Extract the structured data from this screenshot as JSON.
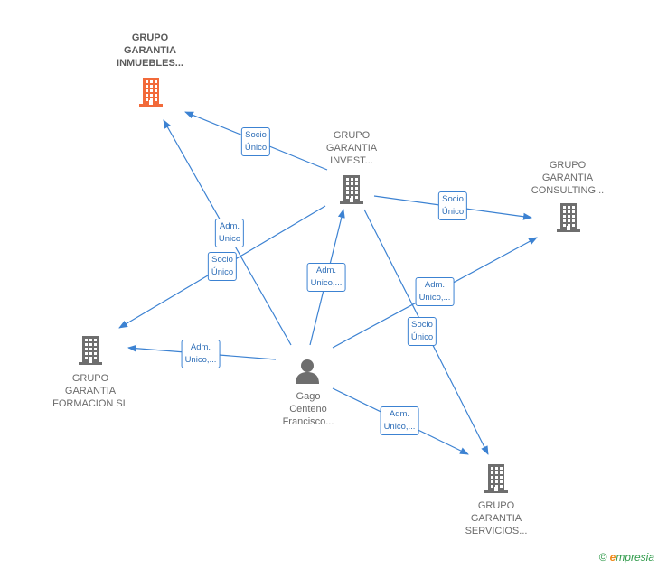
{
  "nodes": {
    "inmuebles": {
      "lines": [
        "GRUPO",
        "GARANTIA",
        "INMUEBLES..."
      ],
      "highlight": true
    },
    "invest": {
      "lines": [
        "GRUPO",
        "GARANTIA",
        "INVEST..."
      ]
    },
    "consulting": {
      "lines": [
        "GRUPO",
        "GARANTIA",
        "CONSULTING..."
      ]
    },
    "formacion": {
      "lines": [
        "GRUPO",
        "GARANTIA",
        "FORMACION  SL"
      ]
    },
    "servicios": {
      "lines": [
        "GRUPO",
        "GARANTIA",
        "SERVICIOS..."
      ]
    },
    "person": {
      "lines": [
        "Gago",
        "Centeno",
        "Francisco..."
      ]
    }
  },
  "edge_labels": {
    "socio_inmuebles": [
      "Socio",
      "Único"
    ],
    "adm_inmuebles": [
      "Adm.",
      "Unico"
    ],
    "socio_formacion": [
      "Socio",
      "Único"
    ],
    "adm_invest": [
      "Adm.",
      "Unico,..."
    ],
    "socio_consulting": [
      "Socio",
      "Único"
    ],
    "adm_consulting": [
      "Adm.",
      "Unico,..."
    ],
    "socio_servicios": [
      "Socio",
      "Único"
    ],
    "adm_formacion": [
      "Adm.",
      "Unico,..."
    ],
    "adm_servicios": [
      "Adm.",
      "Unico,..."
    ]
  },
  "colors": {
    "edge": "#3c82d2",
    "building": "#6e6e6e",
    "building_highlight": "#f26a3a",
    "person": "#6e6e6e"
  },
  "footer": {
    "copyright": "©",
    "brand_initial": "e",
    "brand_rest": "mpresia"
  }
}
